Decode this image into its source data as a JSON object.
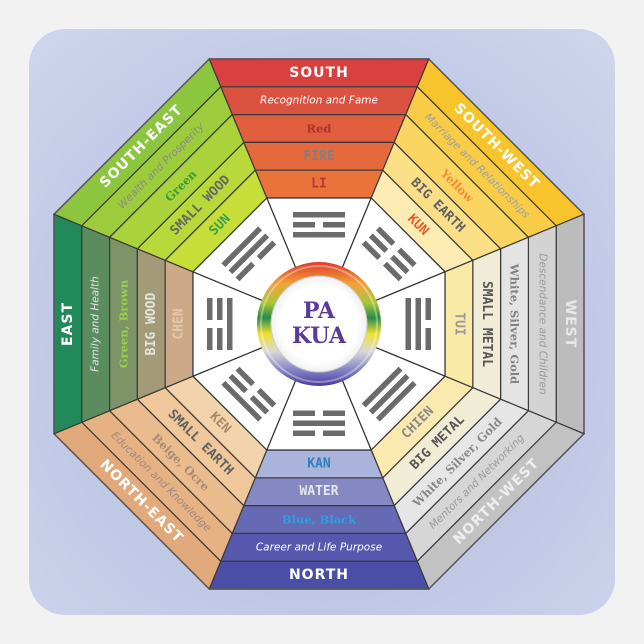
{
  "center": {
    "line1": "PA",
    "line2": "KUA",
    "text_color": "#5b3a9a"
  },
  "colors": {
    "background": "#c4cbe8",
    "trigram_bars": "#6b6b6b",
    "divider": "#3a3a3a"
  },
  "sectors": [
    {
      "id": "south",
      "angle": 0,
      "flip": false,
      "name": "SOUTH",
      "meaning": "Recognition and Fame",
      "color_name": "Red",
      "element": "FIRE",
      "trigram": "LI",
      "band_fills": [
        "#d8413f",
        "#dc5240",
        "#e15e3f",
        "#e6693d",
        "#ea733b"
      ],
      "text_colors": [
        "#ffffff",
        "#ffffff",
        "#a8322c",
        "#808080",
        "#b83a2e"
      ],
      "trigram_lines": [
        1,
        0,
        1
      ]
    },
    {
      "id": "south-west",
      "angle": 45,
      "flip": false,
      "name": "SOUTH-WEST",
      "meaning": "Marriage and Relationships",
      "color_name": "Yellow",
      "element": "BIG EARTH",
      "trigram": "KUN",
      "band_fills": [
        "#f8c42e",
        "#f9cc48",
        "#fad562",
        "#fbdf86",
        "#fcebb2"
      ],
      "text_colors": [
        "#ffffff",
        "#a0a0a0",
        "#ef8c3c",
        "#606060",
        "#ec5a2e"
      ],
      "trigram_lines": [
        0,
        0,
        0
      ]
    },
    {
      "id": "west",
      "angle": 90,
      "flip": false,
      "name": "WEST",
      "meaning": "Descendance and Children",
      "color_name": "White, Silver, Gold",
      "element": "SMALL METAL",
      "trigram": "TUI",
      "band_fills": [
        "#bcbcbc",
        "#d3d3d3",
        "#e4e4e4",
        "#f1ecd8",
        "#fbe9a8"
      ],
      "text_colors": [
        "#e8e8e8",
        "#9a9a9a",
        "#808080",
        "#555555",
        "#9a9a9a"
      ],
      "trigram_lines": [
        0,
        1,
        1
      ]
    },
    {
      "id": "north-west",
      "angle": 135,
      "flip": true,
      "name": "NORTH-WEST",
      "meaning": "Mentors and Networking",
      "color_name": "White, Silver, Gold",
      "element": "BIG METAL",
      "trigram": "CHIEN",
      "band_fills": [
        "#c2c2c2",
        "#d6d6d6",
        "#e6e6e6",
        "#f1ecd6",
        "#faeab0"
      ],
      "text_colors": [
        "#eeeeee",
        "#9a9a9a",
        "#888888",
        "#555555",
        "#8a8a8a"
      ],
      "trigram_lines": [
        1,
        1,
        1
      ]
    },
    {
      "id": "north",
      "angle": 180,
      "flip": true,
      "name": "NORTH",
      "meaning": "Career and Life Purpose",
      "color_name": "Blue, Black",
      "element": "WATER",
      "trigram": "KAN",
      "band_fills": [
        "#4a4ea6",
        "#5558ac",
        "#6669b4",
        "#8588c2",
        "#aab3da"
      ],
      "text_colors": [
        "#ffffff",
        "#ffffff",
        "#2aa2de",
        "#e6e6e6",
        "#2d7fc0"
      ],
      "trigram_lines": [
        0,
        1,
        0
      ]
    },
    {
      "id": "north-east",
      "angle": 225,
      "flip": true,
      "name": "NORTH-EAST",
      "meaning": "Education and Knowledge",
      "color_name": "Beige, Ocre",
      "element": "SMALL EARTH",
      "trigram": "KEN",
      "band_fills": [
        "#e2a97a",
        "#e6b283",
        "#eabb8d",
        "#efc79b",
        "#f3d3ab"
      ],
      "text_colors": [
        "#ffffff",
        "#9a8a80",
        "#a88a72",
        "#606060",
        "#a88a6a"
      ],
      "trigram_lines": [
        1,
        0,
        0
      ]
    },
    {
      "id": "east",
      "angle": 270,
      "flip": false,
      "name": "EAST",
      "meaning": "Family and Health",
      "color_name": "Green, Brown",
      "element": "BIG WOOD",
      "trigram": "CHEN",
      "band_fills": [
        "#22895a",
        "#5b8c5e",
        "#7c9468",
        "#a39a77",
        "#ccaa88"
      ],
      "text_colors": [
        "#ffffff",
        "#e4e4e4",
        "#9ad04a",
        "#e4e4e4",
        "#e6c8b0"
      ],
      "trigram_lines": [
        0,
        0,
        1
      ]
    },
    {
      "id": "south-east",
      "angle": 315,
      "flip": false,
      "name": "SOUTH-EAST",
      "meaning": "Wealth and Prosperity",
      "color_name": "Green",
      "element": "SMALL WOOD",
      "trigram": "SUN",
      "band_fills": [
        "#8cc63f",
        "#9ccc3c",
        "#aad23a",
        "#b9d839",
        "#c7de38"
      ],
      "text_colors": [
        "#ffffff",
        "#8a8a8a",
        "#3a9a3a",
        "#666666",
        "#3aa04a"
      ],
      "trigram_lines": [
        1,
        1,
        0
      ]
    }
  ]
}
